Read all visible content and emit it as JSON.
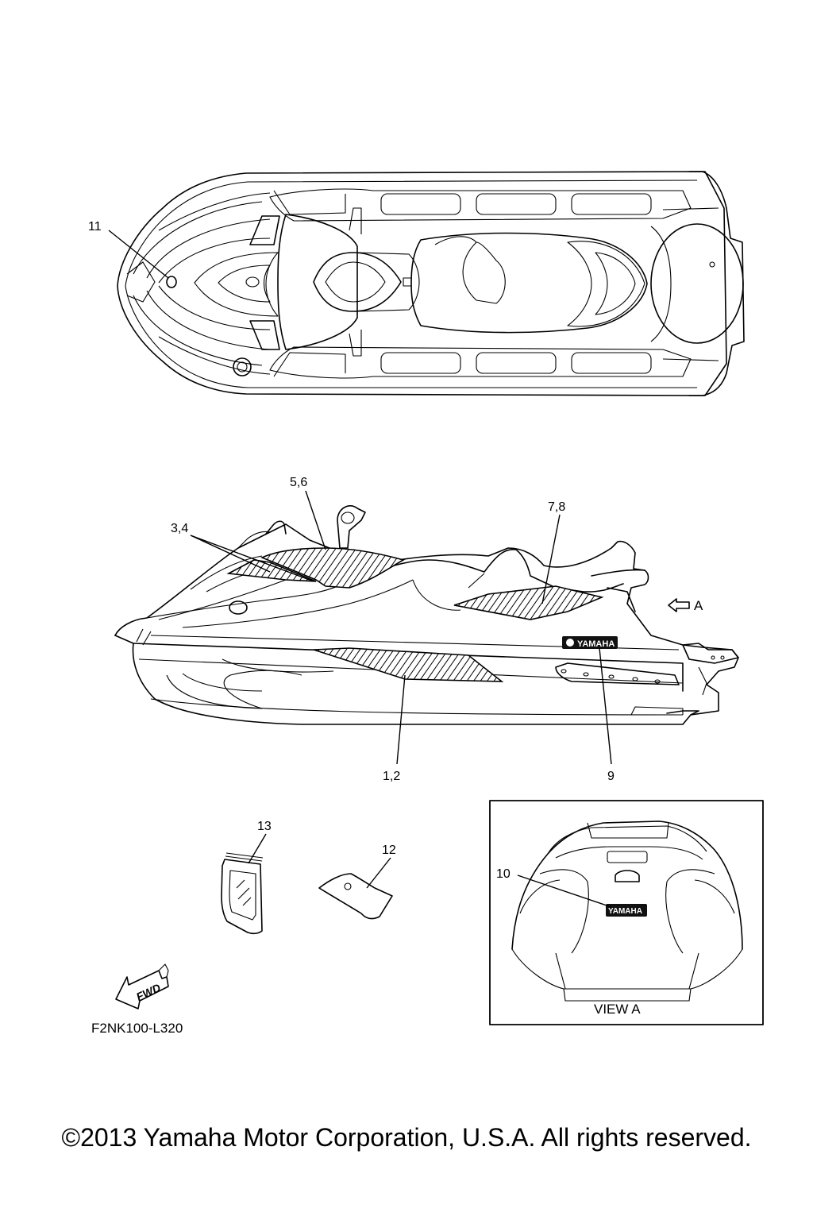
{
  "callouts": {
    "c11": "11",
    "c56": "5,6",
    "c34": "3,4",
    "c78": "7,8",
    "c12b": "1,2",
    "c9": "9",
    "c13": "13",
    "c12": "12",
    "c10": "10"
  },
  "view_label": "A",
  "view_box_label": "VIEW A",
  "fwd_label": "FWD",
  "decal_brand": "YAMAHA",
  "drawing_code": "F2NK100-L320",
  "copyright": "©2013 Yamaha Motor Corporation, U.S.A. All rights reserved."
}
